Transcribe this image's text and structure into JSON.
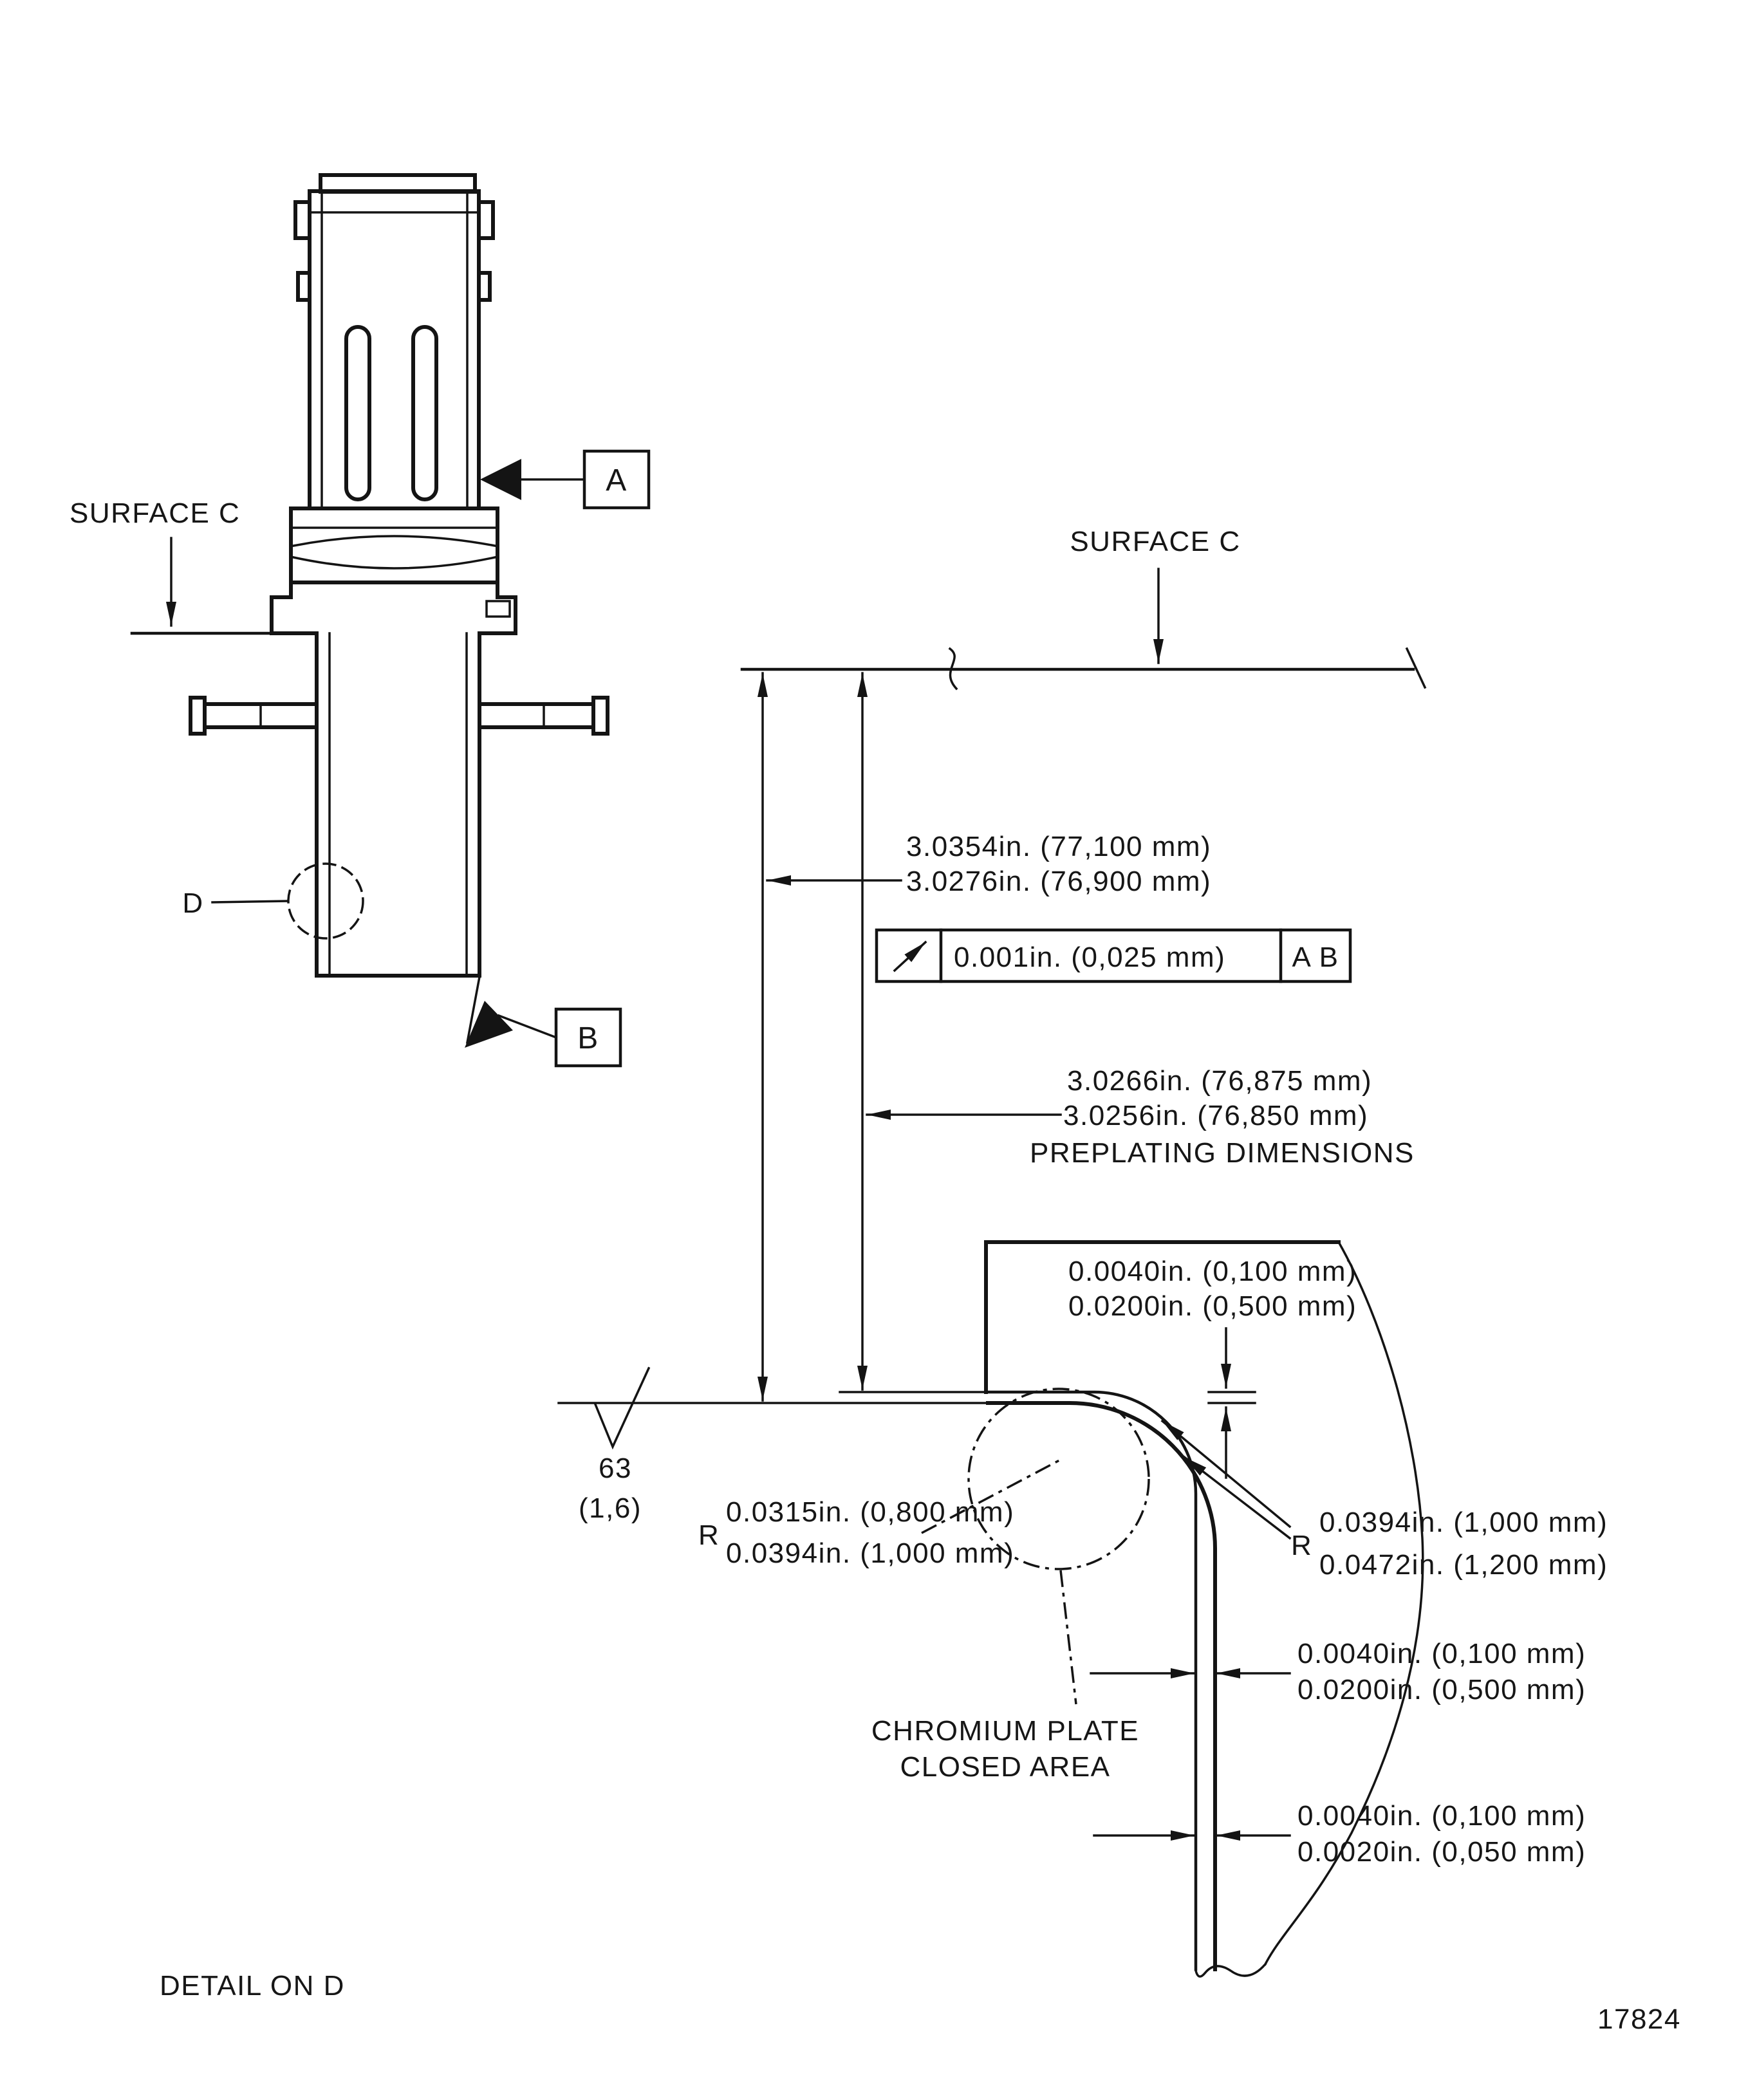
{
  "drawing": {
    "figure_number": "17824",
    "caption": "DETAIL ON D"
  },
  "side_view": {
    "surface_c": "SURFACE C",
    "datum_a": "A",
    "datum_b": "B",
    "detail_label": "D"
  },
  "detail": {
    "surface_c": "SURFACE C",
    "overall": {
      "line1": "3.0354in. (77,100 mm)",
      "line2": "3.0276in. (76,900 mm)"
    },
    "runout": {
      "tolerance": "0.001in. (0,025 mm)",
      "datums": "A B"
    },
    "preplating": {
      "line1": "3.0266in. (76,875 mm)",
      "line2": "3.0256in. (76,850 mm)",
      "line3": "PREPLATING DIMENSIONS"
    },
    "plate_top": {
      "line1": "0.0040in. (0,100 mm)",
      "line2": "0.0200in. (0,500 mm)"
    },
    "radius_left": {
      "r": "R",
      "line1": "0.0315in. (0,800 mm)",
      "line2": "0.0394in. (1,000 mm)"
    },
    "radius_right": {
      "r": "R",
      "line1": "0.0394in. (1,000 mm)",
      "line2": "0.0472in. (1,200 mm)"
    },
    "plate_mid": {
      "line1": "0.0040in. (0,100 mm)",
      "line2": "0.0200in. (0,500 mm)"
    },
    "plate_bottom": {
      "line1": "0.0040in. (0,100 mm)",
      "line2": "0.0020in. (0,050 mm)"
    },
    "chromium": {
      "line1": "CHROMIUM PLATE",
      "line2": "CLOSED AREA"
    },
    "finish": {
      "value": "63",
      "ra": "(1,6)"
    }
  }
}
